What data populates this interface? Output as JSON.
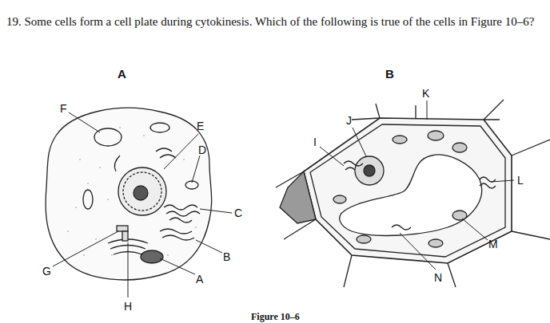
{
  "diagram": {
    "title": "19. Some cells form a cell plate during cytokinesis. Which of the following is true of the cells in Figure 10–6?",
    "caption": "Figure 10–6",
    "labels": [
      "A",
      "B",
      "F",
      "E",
      "D",
      "C",
      "B",
      "A",
      "G",
      "H",
      "I",
      "J",
      "K",
      "L",
      "M",
      "N"
    ]
  }
}
